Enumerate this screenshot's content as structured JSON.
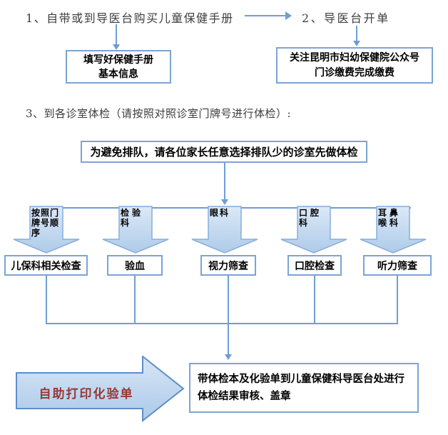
{
  "headings": {
    "step1": "1、自带或到导医台购买儿童保健手册",
    "step2": "2、导医台开单",
    "step3": "3、到各诊室体检（请按照对照诊室门牌号进行体检）:"
  },
  "boxes": {
    "fill_manual_line1": "填写好保健手册",
    "fill_manual_line2": "基本信息",
    "pay_line1": "关注昆明市妇幼保健院公众号",
    "pay_line2": "门诊缴费完成缴费",
    "queue_notice": "为避免排队，请各位家长任意选择排队少的诊室先做体检",
    "final_review": "带体检本及化验单到儿童保健科导医台处进行体检结果审核、盖章"
  },
  "departments": [
    {
      "label": "按照门牌号顺序",
      "result": "儿保科相关检查"
    },
    {
      "label": "检验科",
      "result": "验血"
    },
    {
      "label": "眼科",
      "result": "视力筛查"
    },
    {
      "label": "口腔科",
      "result": "口腔检查"
    },
    {
      "label": "耳鼻喉科",
      "result": "听力筛查"
    }
  ],
  "print_arrow_label": "自助打印化验单",
  "colors": {
    "line_blue": "#6f9ed3",
    "box_border_blue": "#7ba4d4",
    "block_arrow_fill_top": "#dce9f7",
    "block_arrow_fill_bottom": "#aecbe9",
    "block_arrow_border": "#86aedc",
    "big_arrow_border": "#5e8fc9",
    "print_label_dark_red": "#953735",
    "text_black": "#000000"
  }
}
